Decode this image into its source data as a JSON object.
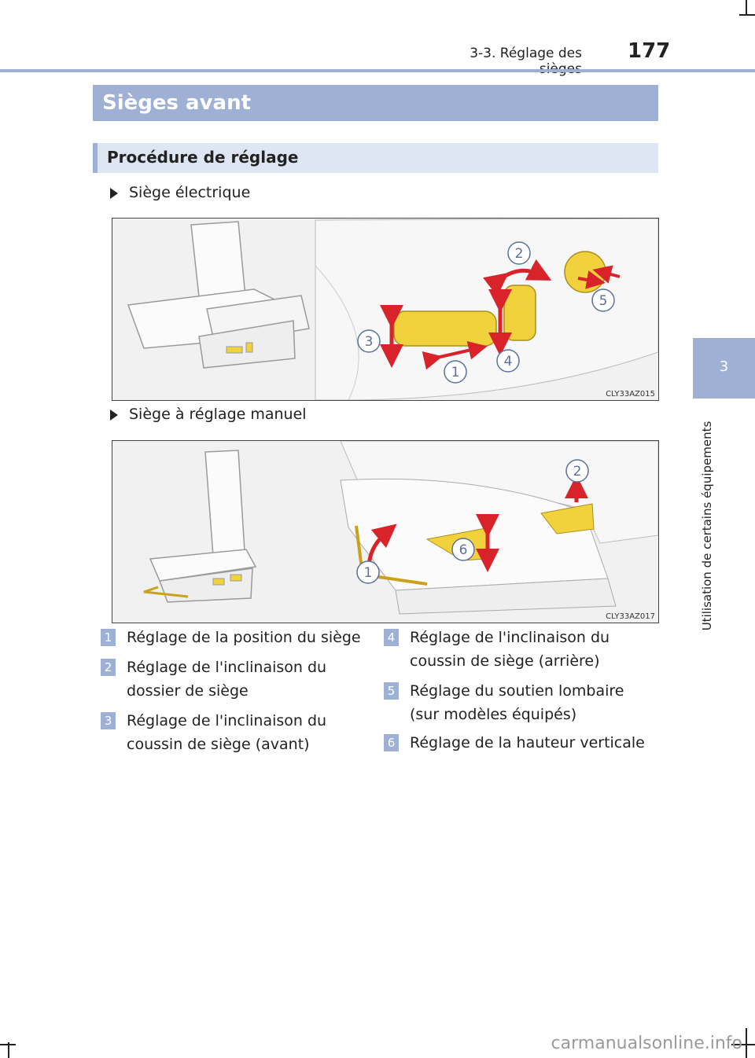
{
  "header": {
    "section": "3-3. Réglage des sièges",
    "page_number": "177"
  },
  "side_tab": {
    "chapter_number": "3",
    "chapter_title": "Utilisation de certains équipements"
  },
  "headings": {
    "main": "Sièges avant",
    "sub": "Procédure de réglage"
  },
  "figures": [
    {
      "caption": "Siège électrique",
      "code": "CLY33AZ015",
      "callouts": [
        "1",
        "2",
        "3",
        "4",
        "5"
      ]
    },
    {
      "caption": "Siège à réglage manuel",
      "code": "CLY33AZ017",
      "callouts": [
        "1",
        "2",
        "6"
      ]
    }
  ],
  "legend": [
    {
      "num": "1",
      "text": "Réglage de la position du siège"
    },
    {
      "num": "2",
      "text": "Réglage de l'inclinaison du dossier de siège"
    },
    {
      "num": "3",
      "text": "Réglage de l'inclinaison du coussin de siège (avant)"
    },
    {
      "num": "4",
      "text": "Réglage de l'inclinaison du coussin de siège (arrière)"
    },
    {
      "num": "5",
      "text": "Réglage du soutien lombaire (sur modèles équipés)"
    },
    {
      "num": "6",
      "text": "Réglage de la hauteur verticale"
    }
  ],
  "watermark": "carmanualsonline.info",
  "colors": {
    "accent": "#9eb0d4",
    "accent_light": "#dfe6f3",
    "switch_yellow": "#f2d23c",
    "arrow_red": "#d8232a"
  }
}
